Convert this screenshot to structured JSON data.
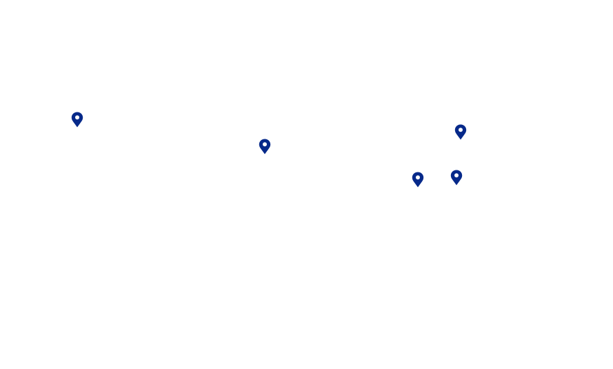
{
  "map": {
    "pin_color": "#06298a",
    "markers": [
      {
        "id": "marker-1",
        "icon": "map-pin-icon"
      },
      {
        "id": "marker-2",
        "icon": "map-pin-icon"
      },
      {
        "id": "marker-3",
        "icon": "map-pin-icon"
      },
      {
        "id": "marker-4",
        "icon": "map-pin-icon"
      },
      {
        "id": "marker-5",
        "icon": "map-pin-icon"
      }
    ]
  }
}
